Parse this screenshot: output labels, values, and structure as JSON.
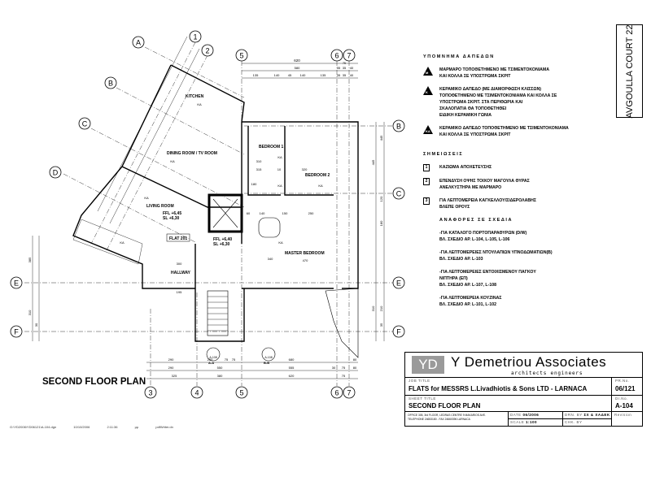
{
  "project_name": "AVGOULLA COURT 22",
  "plan_title": "SECOND FLOOR PLAN",
  "footer": {
    "file": "G:\\YD2006\\YD06121\\A-104.dgn",
    "date": "10/10/2006",
    "time": "2:11:36 μμ",
    "printer": "pdfWriter.dn"
  },
  "legend": {
    "heading": "ΥΠΟΜΝΗΜΑ ΔΑΠΕΔΩΝ",
    "items": [
      {
        "symbol": "M",
        "lines": [
          "ΜΑΡΜΑΡΟ ΤΟΠΟΘΕΤΗΜΕΝΟ ΜΕ ΤΣΙΜΕΝΤΟΚΟΝΙΑΜΑ",
          "ΚΑΙ ΚΟΛΛΑ ΣΕ ΥΠΟΣΤΡΩΜΑ ΣΚΡΙΤ"
        ]
      },
      {
        "symbol": "K",
        "lines": [
          "ΚΕΡΑΜΙΚΟ ΔΑΠΕΔΟ (ΜΕ ΔΙΑΜΟΡΦΩΣΗ ΚΛΙΣΣΩΝ)",
          "ΤΟΠΟΘΕΤΗΜΕΝΟ ΜΕ ΤΣΙΜΕΝΤΟΚΟΝΙΑΜΑ ΚΑΙ ΚΟΛΛΑ ΣΕ",
          "ΥΠΟΣΤΡΩΜΑ ΣΚΡΙΤ. ΣΤΑ ΠΕΡΙΘΩΡΙΑ ΚΑΙ",
          "ΣΚΑΛΟΠΑΤΙΑ ΘΑ ΤΟΠΟΘΕΤΗΘΕΙ",
          "ΕΙΔΙΚΗ ΚΕΡΑΜΙΚΗ ΓΩΝΙΑ"
        ]
      },
      {
        "symbol": "KA",
        "lines": [
          "ΚΕΡΑΜΙΚΟ ΔΑΠΕΔΟ ΤΟΠΟΘΕΤΗΜΕΝΟ ΜΕ ΤΣΙΜΕΝΤΟΚΟΝΙΑΜΑ",
          "ΚΑΙ ΚΟΛΛΑ ΣΕ ΥΠΟΣΤΡΩΜΑ ΣΚΡΙΤ"
        ]
      }
    ]
  },
  "notes": {
    "heading": "ΣΗΜΕΙΩΣΕΙΣ",
    "items": [
      {
        "num": "1",
        "lines": [
          "ΚΑΖΙΩΜΑ ΑΠΟΧΕΤΕΥΣΗΣ"
        ]
      },
      {
        "num": "2",
        "lines": [
          "ΕΠΕΝΔΥΣΗ ΟΨΗΣ ΤΟΙΧΟΥ ΜΑΓΟΥΛΑ ΘΥΡΑΣ",
          "ΑΝΕΛΚΥΣΤΗΡΑ ΜΕ ΜΑΡΜΑΡΟ"
        ]
      },
      {
        "num": "3",
        "lines": [
          "ΓΙΑ ΛΕΠΤΟΜΕΡΕΙΑ ΚΑΓΚΕΛΛΟΥ/ΣΙΔΕΡΟΛΑΒΗΣ",
          "ΒΛΕΠΕ ΟΡΟΥΣ"
        ]
      }
    ]
  },
  "references": {
    "heading": "ΑΝΑΦΟΡΕΣ ΣΕ ΣΧΕΔΙΑ",
    "items": [
      [
        "-ΓΙΑ ΚΑΤΑΛΟΓΟ ΠΟΡΤΟΠΑΡΑΘΥΡΩΝ (D/W)",
        "ΒΛ. ΣΧΕΔΙΟ ΑΡ. L-104, L-105, L-106"
      ],
      [
        "-ΓΙΑ ΛΕΠΤΟΜΕΡΕΙΕΣ ΝΤΟΥΛΑΠΙΩΝ ΥΠΝΟΔΩΜΑΤΙΩΝ(B)",
        "ΒΛ. ΣΧΕΔΙΟ ΑΡ. L-103"
      ],
      [
        "-ΓΙΑ ΛΕΠΤΟΜΕΡΕΙΕΣ ΕΝΤΟΙΧΙΣΜΕΝΟΥ ΠΑΓΚΟΥ",
        "ΝΙΠΤΗΡΑ (ΕΠ)",
        "ΒΛ. ΣΧΕΔΙΟ ΑΡ. L-107, L-108"
      ],
      [
        "-ΓΙΑ ΛΕΠΤΟΜΕΡΕΙΑ ΚΟΥΖΙΝΑΣ",
        "ΒΛ. ΣΧΕΔΙΟ ΑΡ. L-101, L-102"
      ]
    ]
  },
  "title_block": {
    "logo": "YD",
    "firm": "Y Demetriou Associates",
    "firm_sub": "architects engineers",
    "job_title_label": "JOB TITLE",
    "job_title": "FLATS for MESSRS L.Livadhiotis & Sons LTD - LARNACA",
    "proj_no_label": "PR.No.",
    "proj_no": "06/121",
    "sheet_title_label": "SHEET TITLE",
    "sheet_title": "SECOND FLOOR PLAN",
    "dr_no_label": "Dr.No.",
    "dr_no": "A-104",
    "office": "OFFICE 305, 3rd FLOOR, LEDRAS CENTRE 9 MAKARIOS AVE.",
    "phone": "TELEPHONE 24653180 - FAX 24660396        LARNACA",
    "date_label": "DATE",
    "date": "06/2006",
    "scale_label": "SCALE",
    "scale": "1:100",
    "drawn_label": "DRN. BY",
    "drawn": "ΣΧ & ΧΑΔΕΚ",
    "checked_label": "CHK. BY",
    "revision_label": "Revision"
  },
  "grid": {
    "columns": [
      "1",
      "2",
      "3",
      "4",
      "5",
      "6",
      "7"
    ],
    "rows": [
      "A",
      "B",
      "C",
      "D",
      "E",
      "F"
    ]
  },
  "rooms": {
    "kitchen": "KITCHEN",
    "dining": "DINING ROOM / TV ROOM",
    "living": "LIVING ROOM",
    "bedroom1": "BEDROOM 1",
    "bedroom2": "BEDROOM 2",
    "master": "MASTER BEDROOM",
    "hallway": "HALLWAY",
    "flat": "FLAT 201",
    "ffl1": "FFL +6,45",
    "sl1": "SL +6,30",
    "ffl2": "FFL +6,40",
    "sl2": "SL +6,30",
    "floor_tag": "KA"
  },
  "dimensions": {
    "top_row1": [
      "620"
    ],
    "top_row2": [
      "580",
      "35",
      "35",
      "40"
    ],
    "top_row3": [
      "135",
      "140",
      "45",
      "140",
      "135",
      "35",
      "35",
      "40"
    ],
    "top_small": [
      "75"
    ],
    "bottom_row1": [
      "290",
      "200",
      "75",
      "75",
      "680",
      "80"
    ],
    "bottom_row2": [
      "290",
      "550",
      "555",
      "30",
      "75",
      "80"
    ],
    "bottom_row3": [
      "325",
      "380",
      "620",
      "75"
    ],
    "right": [
      "445",
      "445",
      "120",
      "180",
      "210",
      "310",
      "35"
    ],
    "left": [
      "385",
      "310",
      "30"
    ],
    "interior": [
      "315",
      "10",
      "320",
      "310",
      "180",
      "140",
      "150",
      "250",
      "470",
      "300",
      "195",
      "340",
      "60"
    ]
  },
  "sections": [
    "A-A",
    "B-B"
  ],
  "sheet_refs": [
    "A-108",
    "A-108"
  ]
}
